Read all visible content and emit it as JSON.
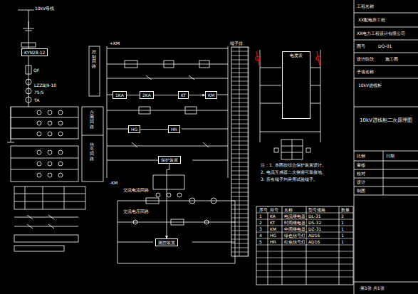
{
  "diagram": {
    "title": "10kV进线柜二次原理图",
    "nodes": [
      {
        "text": [
          "KYN28-12"
        ]
      },
      {
        "text": [
          "1KA"
        ]
      },
      {
        "text": [
          "2KA"
        ]
      },
      {
        "text": [
          "KT"
        ]
      },
      {
        "text": [
          "KM"
        ]
      },
      {
        "text": [
          "HG"
        ]
      },
      {
        "text": [
          "HR"
        ]
      },
      {
        "text": [
          "保护装置"
        ]
      },
      {
        "text": [
          "测控装置"
        ]
      },
      {
        "text": [
          "电度表"
        ]
      }
    ],
    "edges": [
      {
        "from": 1,
        "to": 2,
        "arrow": "none"
      },
      {
        "from": 2,
        "to": 3,
        "arrow": "none"
      },
      {
        "from": 3,
        "to": 4,
        "arrow": "to"
      },
      {
        "from": 5,
        "to": 6,
        "arrow": "none"
      },
      {
        "from": 7,
        "to": 8,
        "arrow": "to"
      }
    ],
    "labels": [
      "10kV母线",
      "QF",
      "LZZBJ9-10",
      "75/5",
      "TA",
      "+KM",
      "-KM",
      "控制回路",
      "合闸回路",
      "信号回路",
      "端子排",
      "注：1. 本图按综合保护装置设计。",
      "2. 电流互感器二次侧需可靠接地。",
      "3. 所有端子均采用试验端子。",
      "交流电流回路",
      "交流电压回路",
      "序号",
      "符号",
      "名称",
      "型号规格",
      "数量",
      "1",
      "KA",
      "电流继电器",
      "DL-31",
      "2",
      "2",
      "KT",
      "时间继电器",
      "DS-32",
      "1",
      "3",
      "KM",
      "中间继电器",
      "DZ-31",
      "1",
      "4",
      "HG",
      "绿色信号灯",
      "AD16",
      "1",
      "5",
      "HR",
      "红色信号灯",
      "AD16",
      "1",
      "工程名称",
      "XX配电所工程",
      "XX电力工程设计有限公司",
      "图号",
      "DQ-01",
      "设计阶段",
      "施工图",
      "子项名称",
      "10kV进线柜",
      "比例",
      "日期",
      "审核",
      "校对",
      "设计",
      "制图",
      "第1张 共1张"
    ]
  }
}
